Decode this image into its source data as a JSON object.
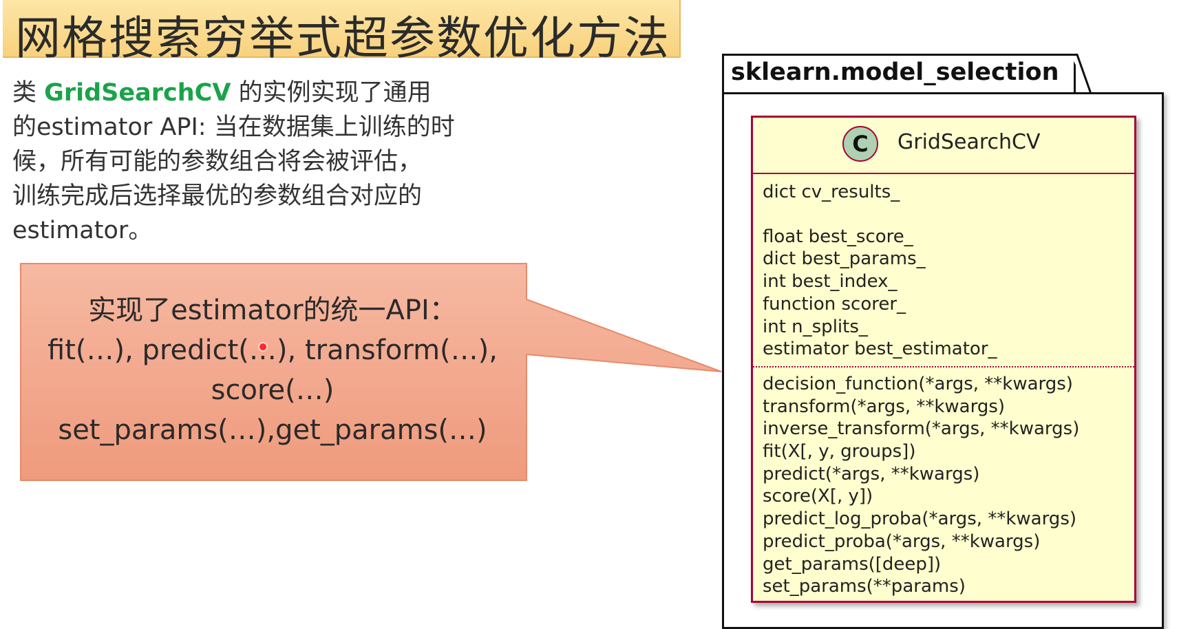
{
  "title": "网格搜索穷举式超参数优化方法",
  "intro": {
    "prefix": "类 ",
    "class_name": "GridSearchCV",
    "line1_rest": " 的实例实现了通用",
    "line2": "的estimator API: 当在数据集上训练的时",
    "line3": "候，所有可能的参数组合将会被评估，",
    "line4": "训练完成后选择最优的参数组合对应的",
    "line5": "estimator。"
  },
  "callout": {
    "lines": [
      "实现了estimator的统一API：",
      "fit(…), predict(…), transform(…),",
      "score(…)",
      "set_params(…),get_params(…)"
    ]
  },
  "package": {
    "name": "sklearn.model_selection"
  },
  "uml_class": {
    "stereotype": "C",
    "name": "GridSearchCV",
    "fields_group1": [
      "dict cv_results_"
    ],
    "fields_group2": [
      "float best_score_",
      "dict best_params_",
      "int best_index_",
      "function scorer_",
      "int n_splits_",
      "estimator best_estimator_"
    ],
    "methods": [
      "decision_function(*args, **kwargs)",
      "transform(*args, **kwargs)",
      "inverse_transform(*args, **kwargs)",
      "fit(X[, y, groups])",
      "predict(*args, **kwargs)",
      "score(X[, y])",
      "predict_log_proba(*args, **kwargs)",
      "predict_proba(*args, **kwargs)",
      "get_params([deep])",
      "set_params(**params)"
    ]
  },
  "colors": {
    "title_bg": "#f8d17d",
    "class_name_green": "#1aa34a",
    "callout_fill": "#f2a286",
    "uml_border": "#a80036",
    "uml_fill": "#fefece",
    "badge_fill": "#add1b2"
  }
}
